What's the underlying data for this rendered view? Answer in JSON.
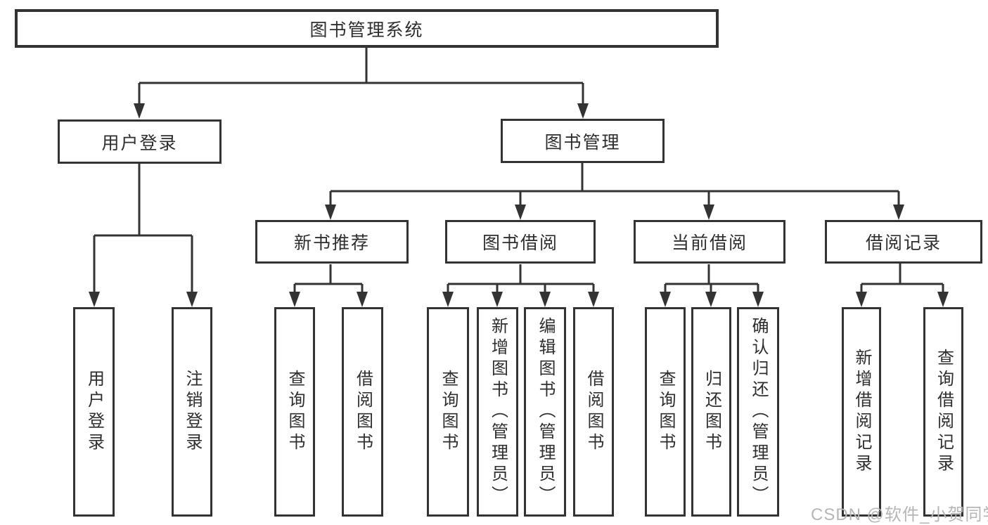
{
  "diagram": {
    "root": {
      "label": "图书管理系统"
    },
    "level2": [
      {
        "label": "用户登录",
        "children": [
          "用户登录",
          "注销登录"
        ]
      },
      {
        "label": "图书管理"
      }
    ],
    "level3": [
      {
        "label": "新书推荐",
        "children": [
          "查询图书",
          "借阅图书"
        ]
      },
      {
        "label": "图书借阅",
        "children": [
          "查询图书",
          "新增图书（管理员）",
          "编辑图书（管理员）",
          "借阅图书"
        ]
      },
      {
        "label": "当前借阅",
        "children": [
          "查询图书",
          "归还图书",
          "确认归还（管理员）"
        ]
      },
      {
        "label": "借阅记录",
        "children": [
          "新增借阅记录",
          "查询借阅记录"
        ]
      }
    ],
    "line_color": "#333333",
    "watermark": "CSDN @软件_小贺同学"
  }
}
